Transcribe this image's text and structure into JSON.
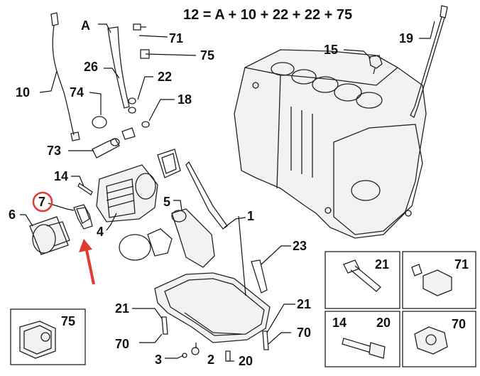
{
  "formula": "12 = A + 10 + 22 + 22 + 75",
  "labels": {
    "a": "A",
    "l71_top": "71",
    "l75_top": "75",
    "l19": "19",
    "l15": "15",
    "l10": "10",
    "l26": "26",
    "l22": "22",
    "l74": "74",
    "l18": "18",
    "l73": "73",
    "l14": "14",
    "l7": "7",
    "l6": "6",
    "l4": "4",
    "l5": "5",
    "l1": "1",
    "l23": "23",
    "l21_left": "21",
    "l70_left": "70",
    "l3": "3",
    "l2": "2",
    "l20_bottom": "20",
    "l21_right": "21",
    "l70_right": "70",
    "l75_box": "75",
    "box_tl_21": "21",
    "box_tr_71": "71",
    "box_bl_14": "14",
    "box_bl_20": "20",
    "box_br_70": "70"
  },
  "colors": {
    "highlight_circle": "#e23a2e",
    "arrow": "#e23a2e"
  }
}
